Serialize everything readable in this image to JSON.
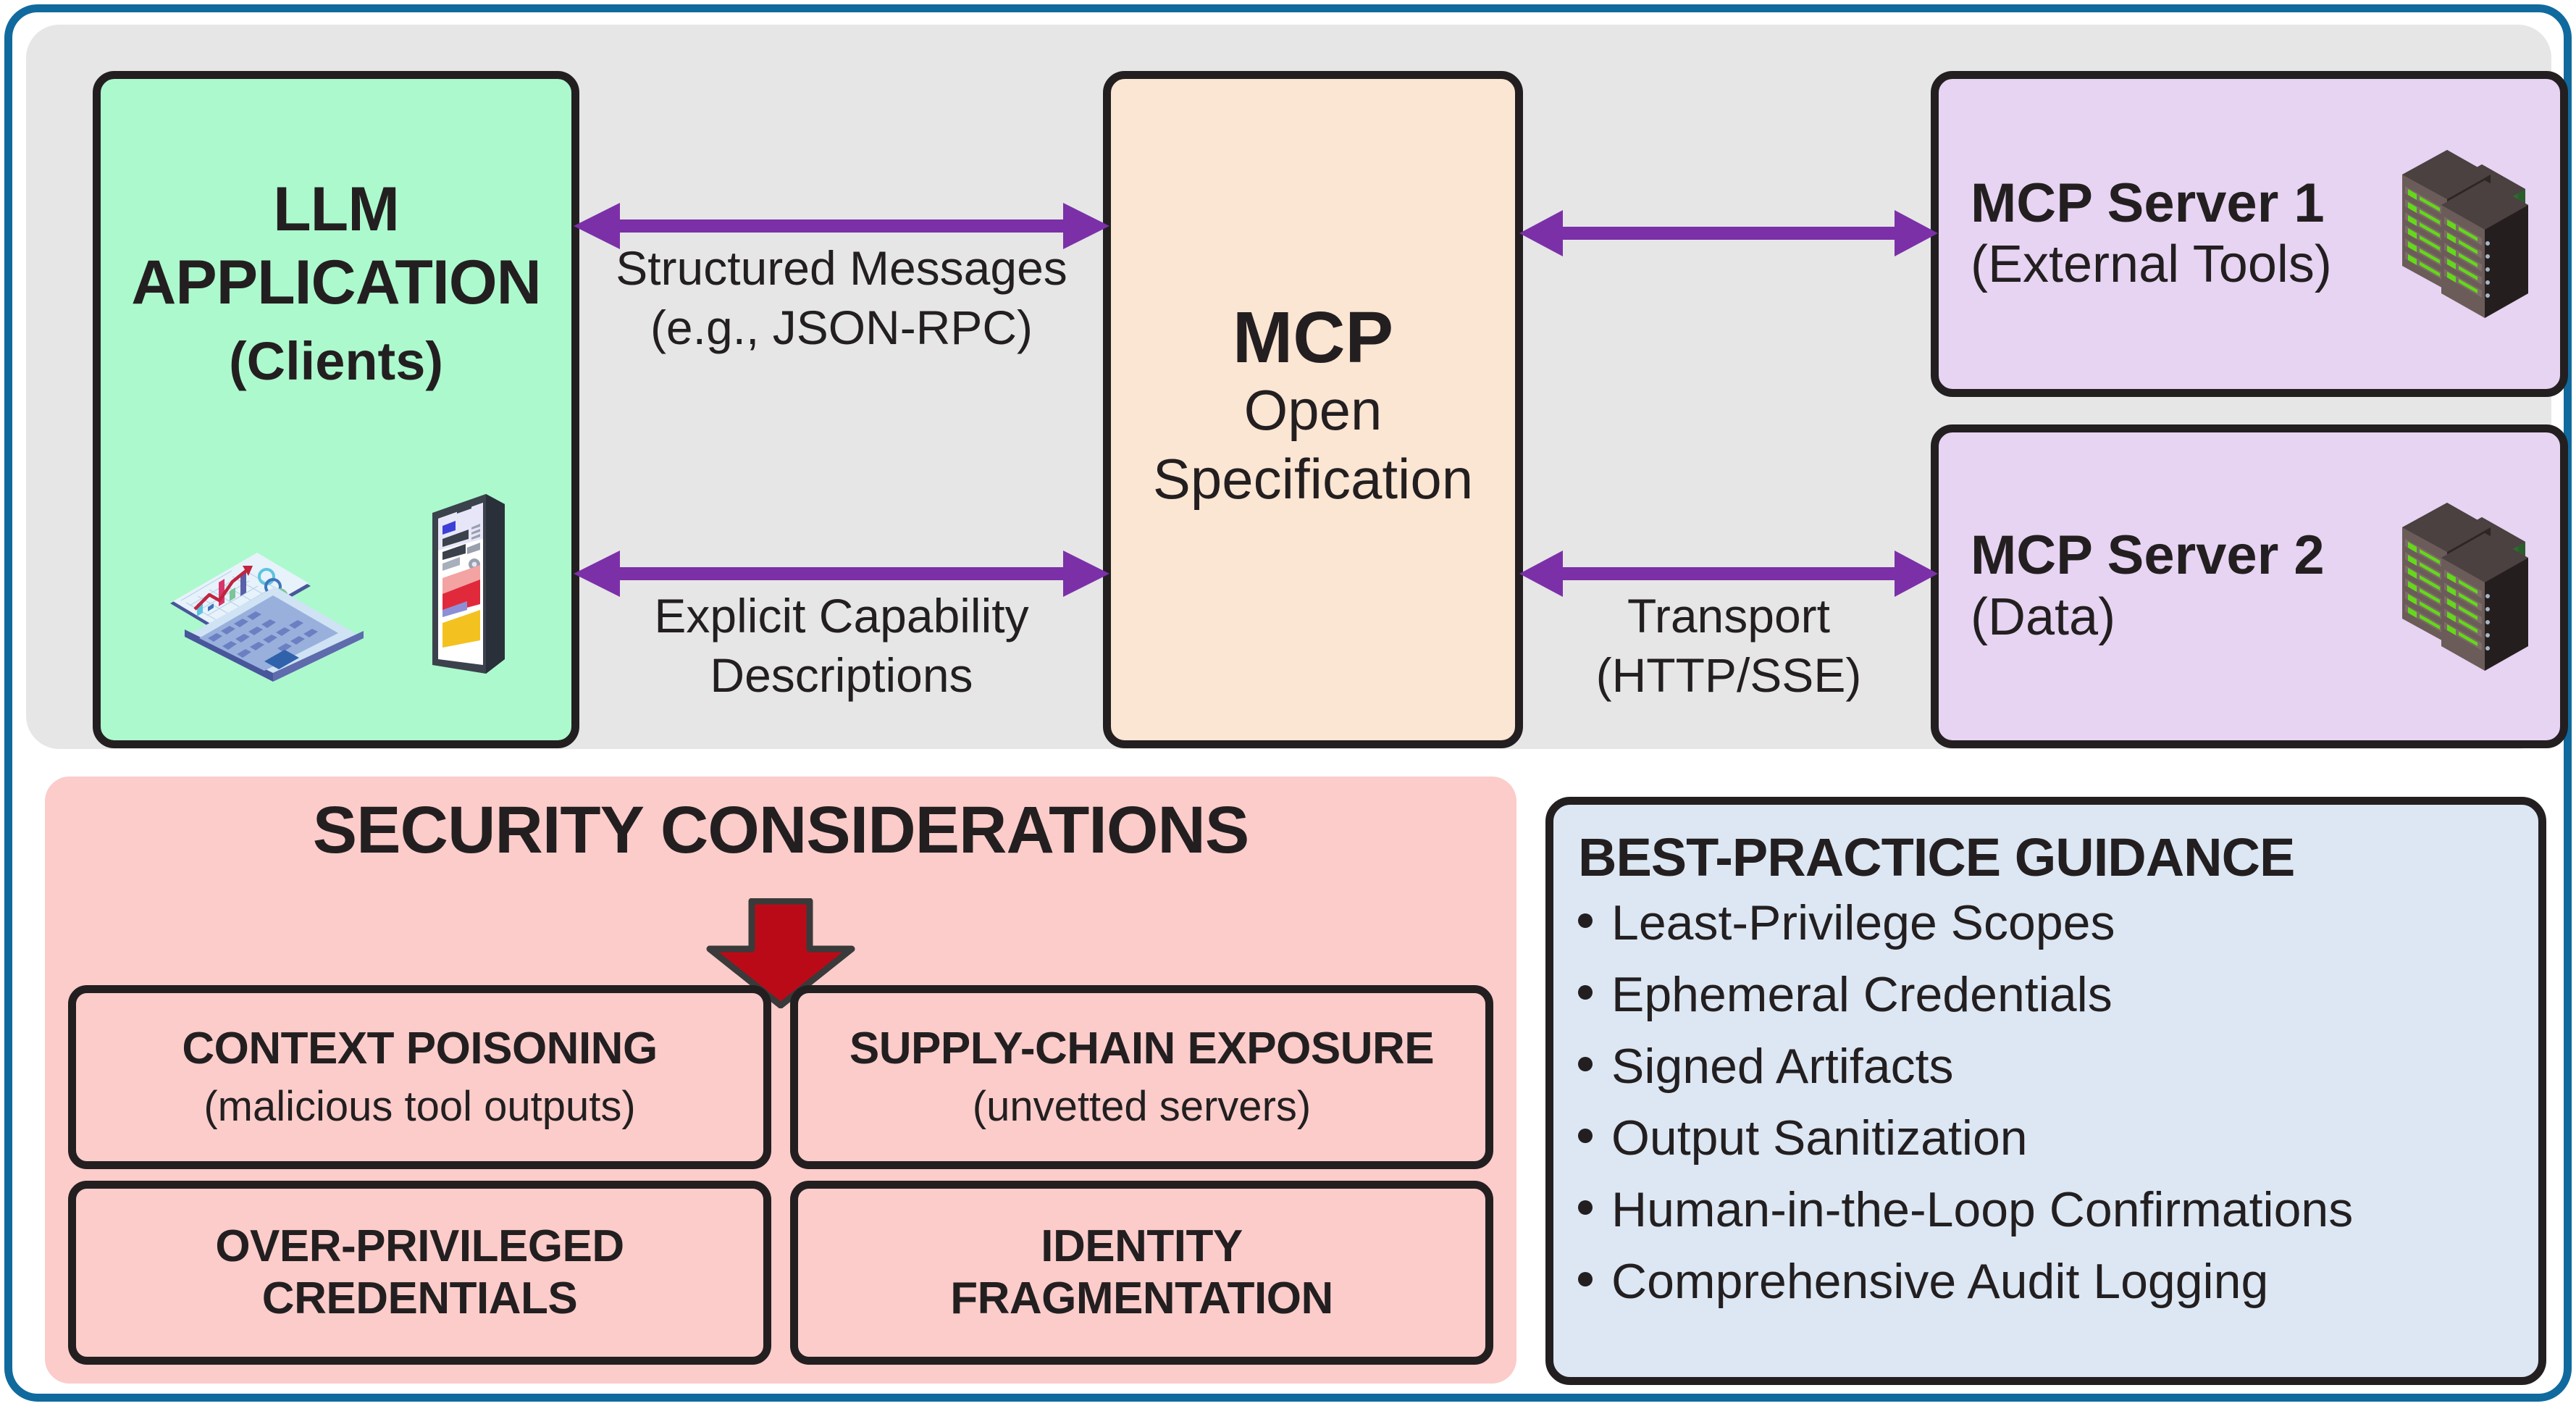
{
  "diagram": {
    "title": "MCP architecture, security considerations and best-practice guidance",
    "colors": {
      "outer_border": "#106a9e",
      "architecture_panel": "#e6e6e6",
      "llm_box": "#acf9cd",
      "mcp_box": "#fbe5d3",
      "server_box": "#e7d3f2",
      "security_panel": "#fbccca",
      "best_practice_panel": "#dce7f3",
      "arrow_purple": "#7b30a8",
      "arrow_red": "#bb0a17",
      "outline": "#231f20"
    }
  },
  "architecture": {
    "llm": {
      "title_line1": "LLM",
      "title_line2": "APPLICATION",
      "subtitle": "(Clients)"
    },
    "mcp": {
      "title": "MCP",
      "line1": "Open",
      "line2": "Specification"
    },
    "servers": [
      {
        "title": "MCP Server 1",
        "subtitle": "(External Tools)"
      },
      {
        "title": "MCP Server 2",
        "subtitle": "(Data)"
      }
    ],
    "connections": [
      {
        "label_line1": "Structured Messages",
        "label_line2": "(e.g., JSON-RPC)"
      },
      {
        "label_line1": "Explicit Capability",
        "label_line2": "Descriptions"
      },
      {
        "label_line1": "",
        "label_line2": ""
      },
      {
        "label_line1": "Transport",
        "label_line2": "(HTTP/SSE)"
      }
    ]
  },
  "security": {
    "title": "SECURITY CONSIDERATIONS",
    "threats": [
      {
        "name": "CONTEXT POISONING",
        "note": "(malicious tool outputs)"
      },
      {
        "name": "SUPPLY-CHAIN EXPOSURE",
        "note": "(unvetted servers)"
      },
      {
        "name": "OVER-PRIVILEGED\nCREDENTIALS",
        "note": ""
      },
      {
        "name": "IDENTITY\nFRAGMENTATION",
        "note": ""
      }
    ]
  },
  "best_practice": {
    "title": "BEST-PRACTICE GUIDANCE",
    "items": [
      "Least-Privilege Scopes",
      "Ephemeral Credentials",
      "Signed Artifacts",
      "Output Sanitization",
      "Human-in-the-Loop Confirmations",
      "Comprehensive Audit Logging"
    ]
  }
}
